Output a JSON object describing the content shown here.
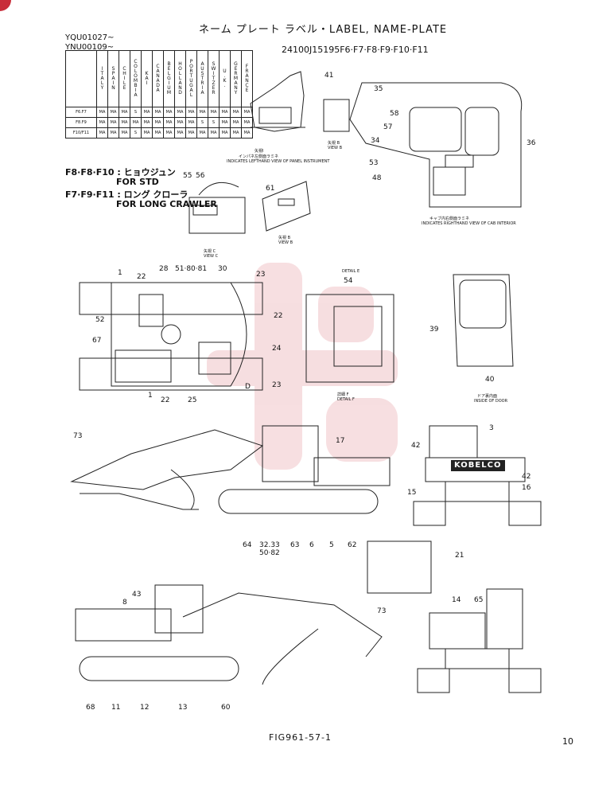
{
  "header": {
    "title": "ネーム プレート ラベル・LABEL, NAME-PLATE",
    "serial_1": "YQU01027~",
    "serial_2": "YNU00109~",
    "part_no": "24100J15195F6·F7·F8·F9·F10·F11"
  },
  "table": {
    "countries": [
      "ITALY",
      "SPAIN",
      "CHILE",
      "COLOMBIA",
      "KAI",
      "CANADA",
      "BELGIUM",
      "HOLLAND",
      "PORTUGAL",
      "AUSTRIA",
      "SWITZER",
      "U.K.",
      "GERMANY",
      "FRANCE"
    ],
    "rows": [
      {
        "label": "F6.F7",
        "cells": [
          "MA",
          "MA",
          "MA",
          "S",
          "MA",
          "MA",
          "MA",
          "MA",
          "MA",
          "MA",
          "MA",
          "MA",
          "MA",
          "MA"
        ]
      },
      {
        "label": "F8.F9",
        "cells": [
          "MA",
          "MA",
          "MA",
          "MA",
          "MA",
          "MA",
          "MA",
          "MA",
          "MA",
          "S",
          "S",
          "MA",
          "MA",
          "MA"
        ]
      },
      {
        "label": "F10/F11",
        "cells": [
          "MA",
          "MA",
          "MA",
          "S",
          "MA",
          "MA",
          "MA",
          "MA",
          "MA",
          "MA",
          "MA",
          "MA",
          "MA",
          "MA"
        ]
      }
    ]
  },
  "notes": {
    "std_line": "F8·F8·F10 : ヒョウジュン",
    "std_en": "FOR STD",
    "long_line": "F7·F9·F11 : ロング クローラ",
    "long_en": "FOR LONG CRAWLER"
  },
  "captions": {
    "view_a_jp": "矢視Ⅰ",
    "panel": "インパネ左側面ラミネ",
    "panel_en": "INDICATES LEFTHAND VIEW OF PANEL INSTRUMENT",
    "view_b_jp": "矢視 B",
    "view_b": "VIEW B",
    "view_c_jp": "矢視 C",
    "view_c": "VIEW C",
    "detail_e_jp": "詳細 E",
    "detail_e": "DETAIL E",
    "cab_jp": "キャブ内右側面ラミネ",
    "cab_en": "INDICATES RIGHTHAND VIEW OF CAB INTERIOR",
    "detail_f_jp": "詳細 F",
    "detail_f": "DETAIL F",
    "door_jp": "ドア裏内面",
    "door_en": "INSIDE OF DOOR",
    "brand": "KOBELCO"
  },
  "footer": {
    "figure": "FIG961-57-1",
    "page": "10"
  },
  "callouts": {
    "c41": "41",
    "c35": "35",
    "c58": "58",
    "c57": "57",
    "c34": "34",
    "c36": "36",
    "c53": "53",
    "c48": "48",
    "c55": "55",
    "c56": "56",
    "c61": "61",
    "c1a": "1",
    "c22a": "22",
    "c28": "28",
    "c518081": "51·80·81",
    "c30": "30",
    "c23a": "23",
    "c52": "52",
    "c67": "67",
    "c22b": "22",
    "c24": "24",
    "c23b": "23",
    "c22c": "22",
    "c25": "25",
    "c1b": "1",
    "cD": "D",
    "c54": "54",
    "c39": "39",
    "c40": "40",
    "c73a": "73",
    "c17": "17",
    "c64": "64",
    "c3233": "32.33",
    "c5082": "50·82",
    "c63": "63",
    "c6": "6",
    "c5": "5",
    "c62": "62",
    "c42a": "42",
    "c3": "3",
    "c42b": "42",
    "c15": "15",
    "c16": "16",
    "c21": "21",
    "c43": "43",
    "c8": "8",
    "c73b": "73",
    "c68": "68",
    "c11": "11",
    "c12": "12",
    "c13": "13",
    "c60": "60",
    "c14": "14",
    "c65": "65"
  },
  "colors": {
    "accent": "#c82d3a",
    "watermark": "#e8a3a8"
  }
}
